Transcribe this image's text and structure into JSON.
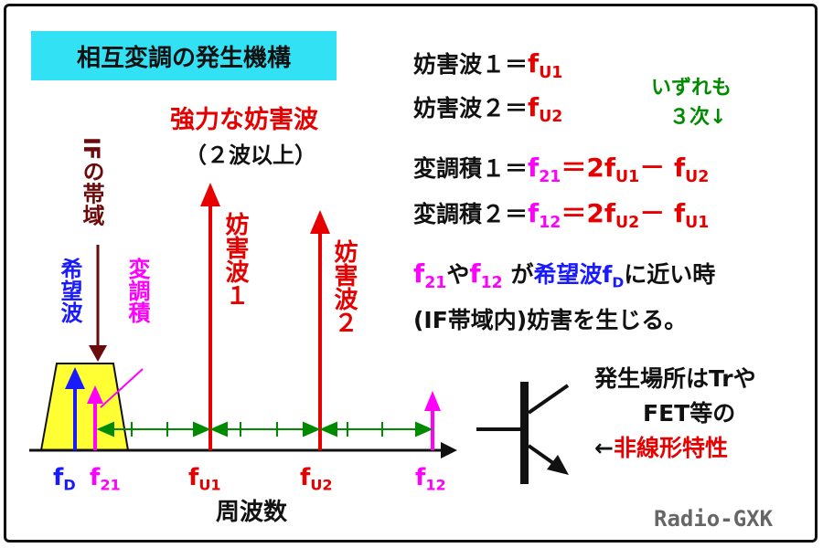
{
  "title": "相互変調の発生機構",
  "definitions": {
    "eq1_left": "妨害波１＝",
    "eq1_f": "f",
    "eq1_sub": "U1",
    "eq2_left": "妨害波２＝",
    "eq2_f": "f",
    "eq2_sub": "U2",
    "note_line1": "いずれも",
    "note_line2": "３次↓",
    "eq3_left": "変調積１＝",
    "eq3_f": "f",
    "eq3_sub": "21",
    "eq3_mid": "＝2f",
    "eq3_sub2": "U1",
    "eq3_minus": "－ f",
    "eq3_sub3": "U2",
    "eq4_left": "変調積２＝",
    "eq4_f": "f",
    "eq4_sub": "12",
    "eq4_mid": "＝2f",
    "eq4_sub2": "U2",
    "eq4_minus": "－ f",
    "eq4_sub3": "U1"
  },
  "statement": {
    "f21": "f",
    "f21_sub": "21",
    "ya": "や",
    "f12": "f",
    "f12_sub": "12",
    "ga": " が",
    "desired": "希望波f",
    "desired_sub": "D",
    "rest1": "に近い時",
    "line2": "(IF帯域内)妨害を生じる。"
  },
  "strong": {
    "line1": "強力な妨害波",
    "line2": "（２波以上）"
  },
  "vertical_labels": {
    "if_band": "IFの帯域",
    "desired": "希望波",
    "product": "変調積",
    "interferer1": "妨害波１",
    "interferer2": "妨害波２"
  },
  "axis": {
    "fD": "f",
    "fD_sub": "D",
    "f21": "f",
    "f21_sub": "21",
    "fU1": "f",
    "fU1_sub": "U1",
    "fU2": "f",
    "fU2_sub": "U2",
    "f12": "f",
    "f12_sub": "12",
    "xlabel": "周波数"
  },
  "device": {
    "line1": "発生場所はTrや",
    "line2": "FET等の",
    "arrow": "←",
    "line3": "非線形特性"
  },
  "credit": "Radio-GXK",
  "colors": {
    "title_bg": "#33e1f5",
    "red": "#e60000",
    "magenta": "#ff00ff",
    "blue": "#1a1aff",
    "green": "#008a00",
    "if_band": "#ffff33",
    "brown": "#6a0a0a"
  }
}
